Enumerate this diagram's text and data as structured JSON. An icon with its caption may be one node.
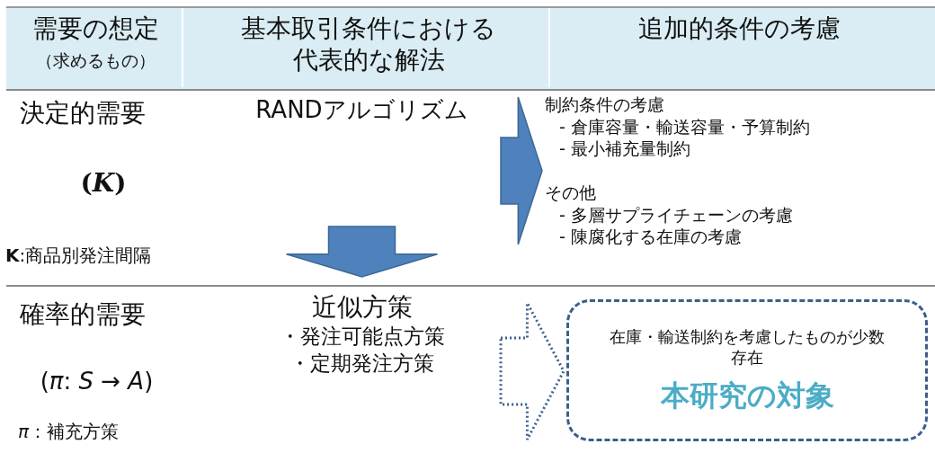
{
  "diagram": {
    "nodes": [
      {
        "text": [
          "RANDアルゴリズム"
        ]
      },
      {
        "text": [
          "制約条件の考慮",
          "- 倉庫容量・輸送容量・予算制約",
          "- 最小補充量制約",
          "その他",
          "- 多層サプライチェーンの考慮",
          "- 陳腐化する在庫の考慮"
        ]
      },
      {
        "text": [
          "近似方策",
          "・発注可能点方策",
          "・定期発注方策"
        ]
      },
      {
        "text": [
          "在庫・輸送制約を考慮したものが少数存在",
          "本研究の対象"
        ]
      }
    ],
    "edges": [
      {
        "from": 0,
        "to": 1,
        "arrow": "to",
        "style": "thick"
      },
      {
        "from": null,
        "to": 2,
        "arrow": "to",
        "style": "thick"
      },
      {
        "from": 2,
        "to": 3,
        "arrow": "to",
        "style": "dashed"
      }
    ],
    "labels": [
      "需要の想定",
      "（求めるもの）",
      "基本取引条件における代表的な解法",
      "追加的条件の考慮",
      "決定的需要",
      "(*K*)",
      "**K**:商品別発注間隔",
      "確率的需要",
      "(*π*: *S* → *A*)",
      "*π*：補充方策"
    ]
  }
}
